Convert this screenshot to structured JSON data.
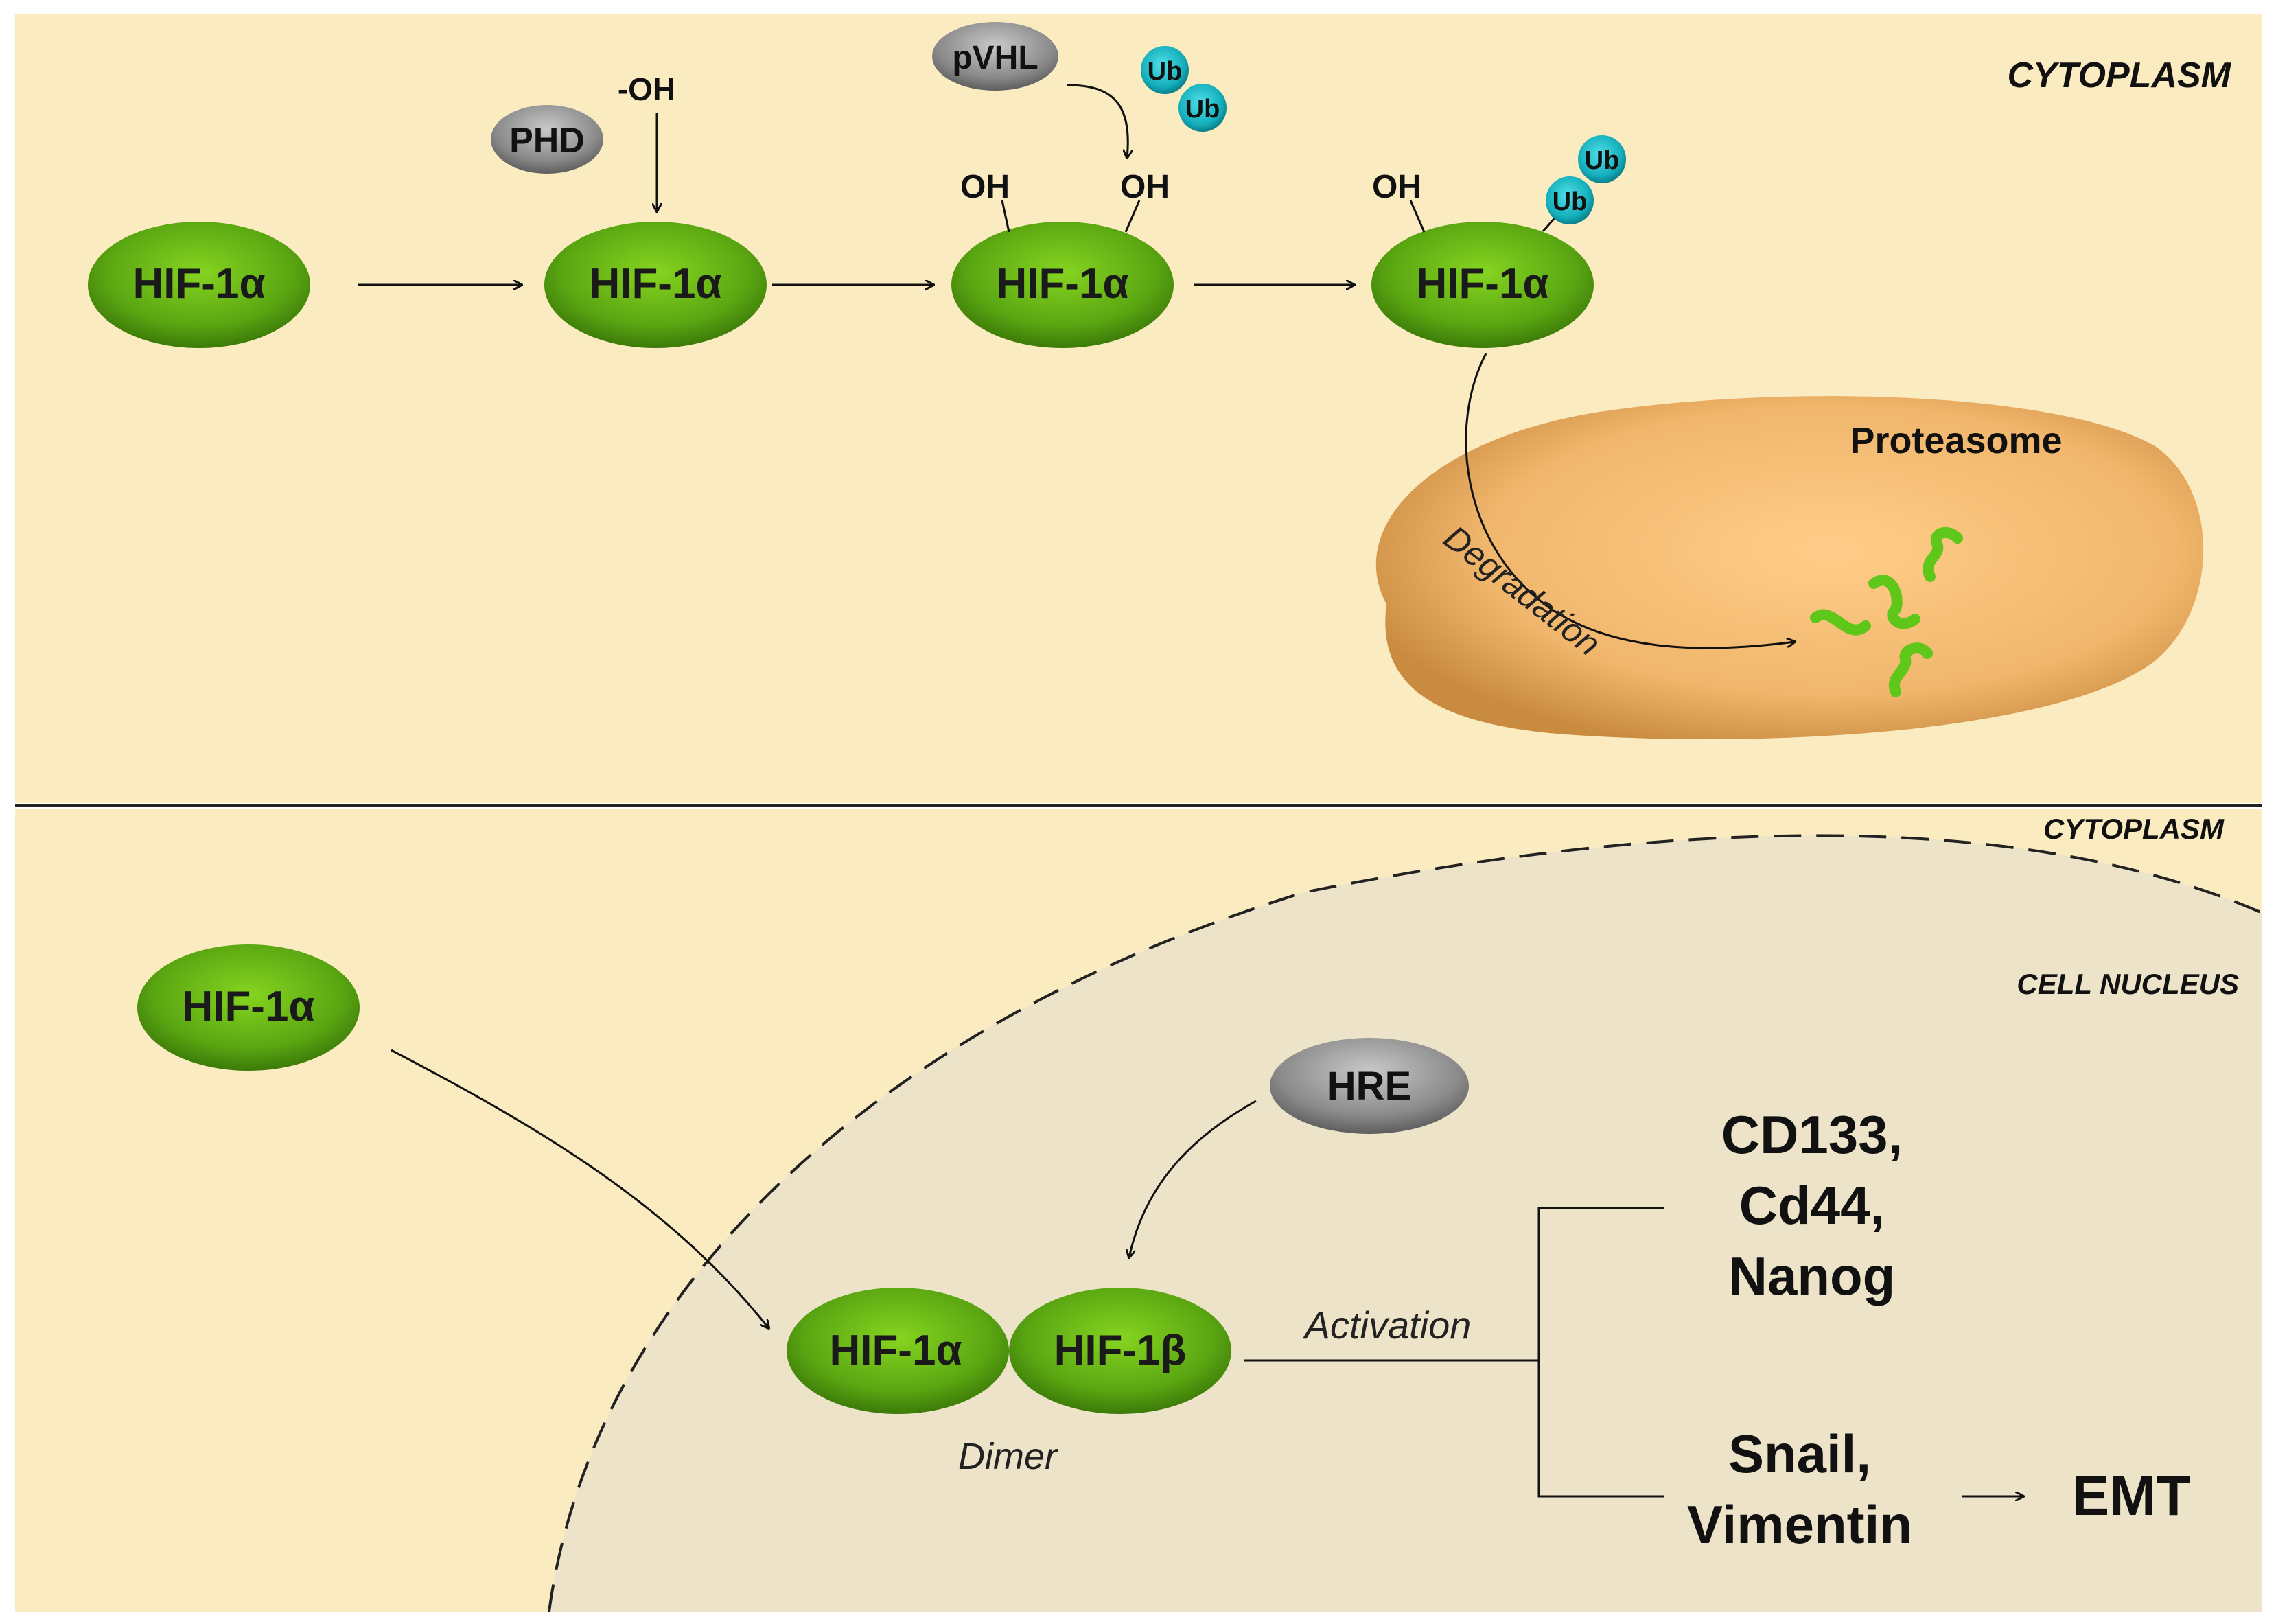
{
  "colors": {
    "background": "#fbebc1",
    "nucleus": "#ece3c9",
    "protein_green": "#5fae14",
    "protein_green_dark": "#3f8208",
    "grey_enzyme": "#8c8c8c",
    "ubiquitin": "#17b3c1",
    "proteasome": "#eab36f",
    "fragment_green": "#6ccf22"
  },
  "top_panel": {
    "region_label": "CYTOPLASM",
    "hif1a_1": "HIF-1α",
    "hif1a_2": "HIF-1α",
    "hif1a_3": "HIF-1α",
    "hif1a_4": "HIF-1α",
    "phd": "PHD",
    "oh_add": "-OH",
    "pvhl": "pVHL",
    "ub_a": "Ub",
    "ub_b": "Ub",
    "ub_c": "Ub",
    "ub_d": "Ub",
    "oh_3a": "OH",
    "oh_3b": "OH",
    "oh_4": "OH",
    "proteasome": "Proteasome",
    "degradation": "Degradation"
  },
  "bottom_panel": {
    "cytoplasm_label": "CYTOPLASM",
    "nucleus_label": "CELL NUCLEUS",
    "hif1a_free": "HIF-1α",
    "hre": "HRE",
    "dimer_a": "HIF-1α",
    "dimer_b": "HIF-1β",
    "dimer_caption": "Dimer",
    "activation": "Activation",
    "targets_1": [
      "CD133,",
      "Cd44,",
      "Nanog"
    ],
    "targets_2": [
      "Snail,",
      "Vimentin"
    ],
    "emt": "EMT"
  }
}
